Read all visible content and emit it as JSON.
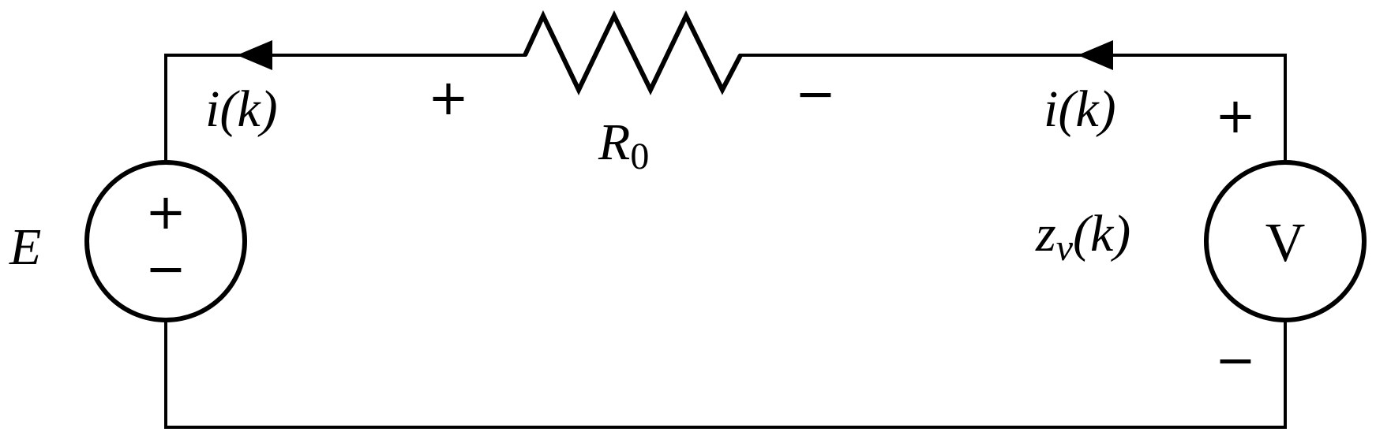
{
  "labels": {
    "source_e": "E",
    "resistor": "R",
    "resistor_subscript": "0",
    "current_left": "i(k)",
    "current_right": "i(k)",
    "measurement_var": "z",
    "measurement_sub": "v",
    "measurement_arg": "(k)",
    "voltmeter_symbol": "V",
    "plus": "+",
    "minus": "−"
  }
}
